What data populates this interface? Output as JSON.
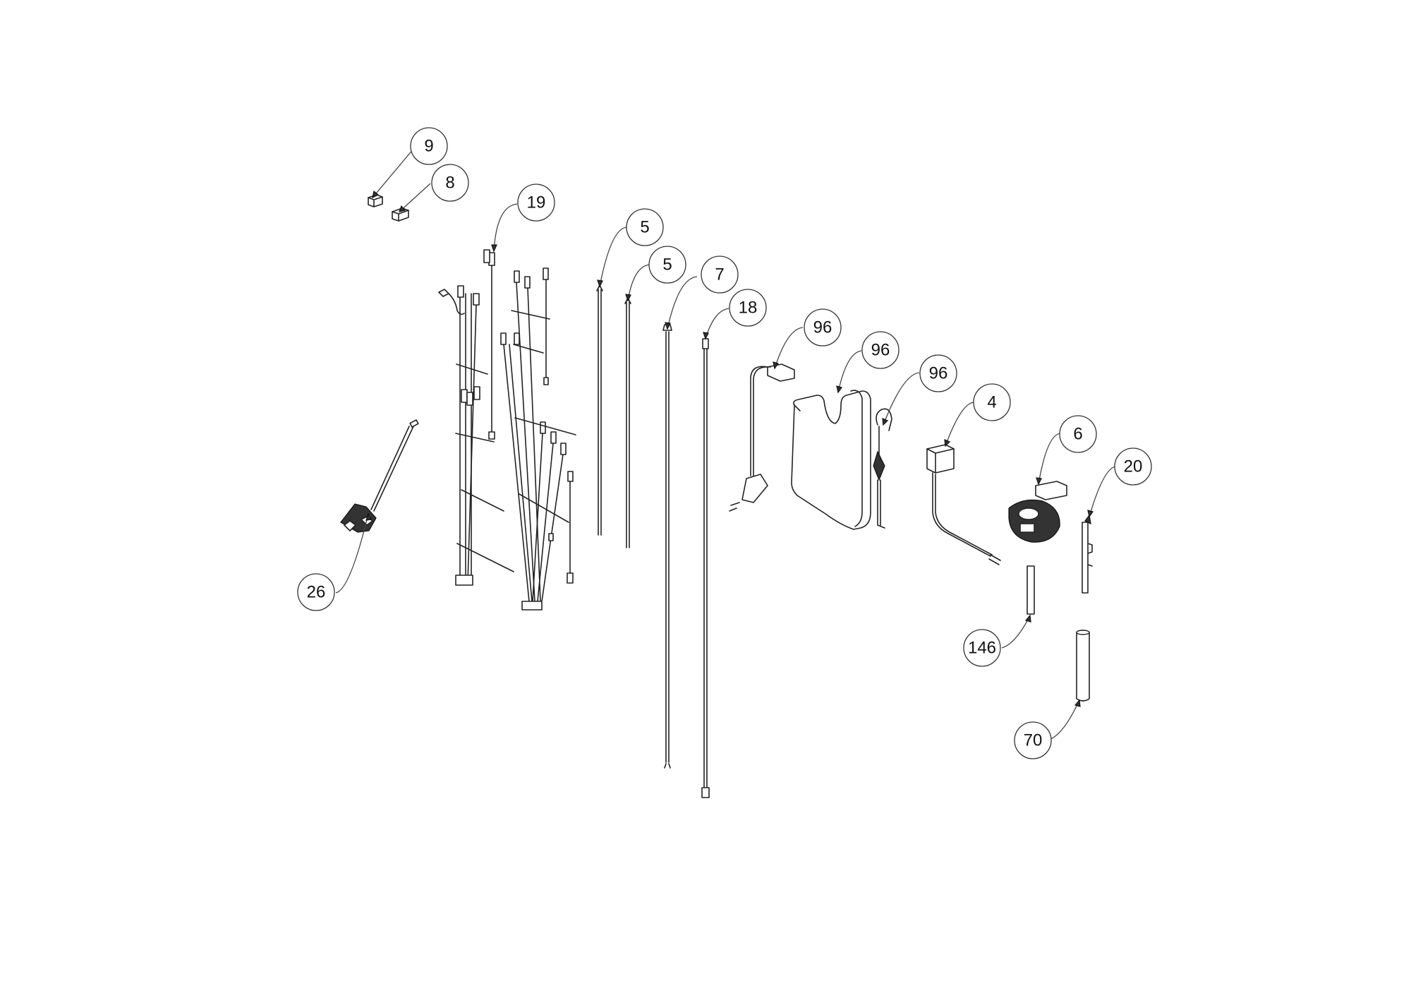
{
  "parts": [
    {
      "id": "b9",
      "label": "9"
    },
    {
      "id": "b8",
      "label": "8"
    },
    {
      "id": "b19",
      "label": "19"
    },
    {
      "id": "b5a",
      "label": "5"
    },
    {
      "id": "b5b",
      "label": "5"
    },
    {
      "id": "b7",
      "label": "7"
    },
    {
      "id": "b18",
      "label": "18"
    },
    {
      "id": "b96a",
      "label": "96"
    },
    {
      "id": "b96b",
      "label": "96"
    },
    {
      "id": "b96c",
      "label": "96"
    },
    {
      "id": "b4",
      "label": "4"
    },
    {
      "id": "b6",
      "label": "6"
    },
    {
      "id": "b20",
      "label": "20"
    },
    {
      "id": "b26",
      "label": "26"
    },
    {
      "id": "b146",
      "label": "146"
    },
    {
      "id": "b70",
      "label": "70"
    }
  ]
}
